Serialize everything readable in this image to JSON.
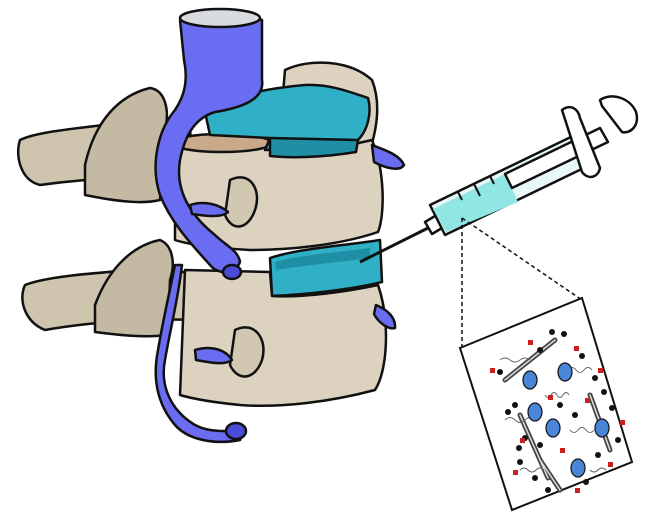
{
  "figure": {
    "subject": "spine",
    "colors": {
      "bone": "#dcd2bf",
      "bone_dark": "#c4b9a3",
      "vein": "#6a6cf2",
      "vein_dark": "#4a4cd8",
      "disc": "#2fb0c6",
      "disc_dark": "#1f8fa6",
      "syringe_fluid": "#8fe6e3",
      "outline": "#111111",
      "hydrogel_node": "#111111",
      "hydrogel_crosslink": "#cc1f1f",
      "cell": "#4a86d8"
    },
    "icons": [
      "spine-illustration",
      "syringe-icon",
      "hydrogel-inset"
    ]
  }
}
